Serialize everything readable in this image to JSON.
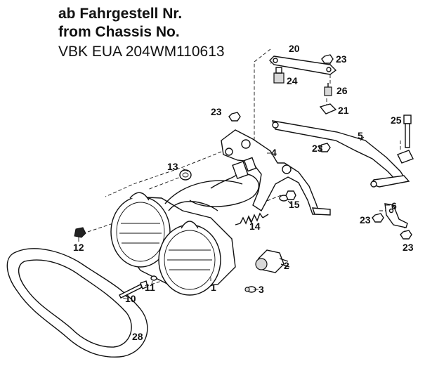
{
  "header": {
    "line1": "ab Fahrgestell Nr.",
    "line2": "from Chassis No.",
    "line3": "VBK EUA 204WM110613"
  },
  "callouts": {
    "c1": "1",
    "c2": "2",
    "c3": "3",
    "c4": "4",
    "c5": "5",
    "c6": "6",
    "c10": "10",
    "c11": "11",
    "c12": "12",
    "c13": "13",
    "c14": "14",
    "c15": "15",
    "c20": "20",
    "c21": "21",
    "c23a": "23",
    "c23b": "23",
    "c23c": "23",
    "c23d": "23",
    "c23e": "23",
    "c24": "24",
    "c25": "25",
    "c26": "26",
    "c28": "28"
  }
}
